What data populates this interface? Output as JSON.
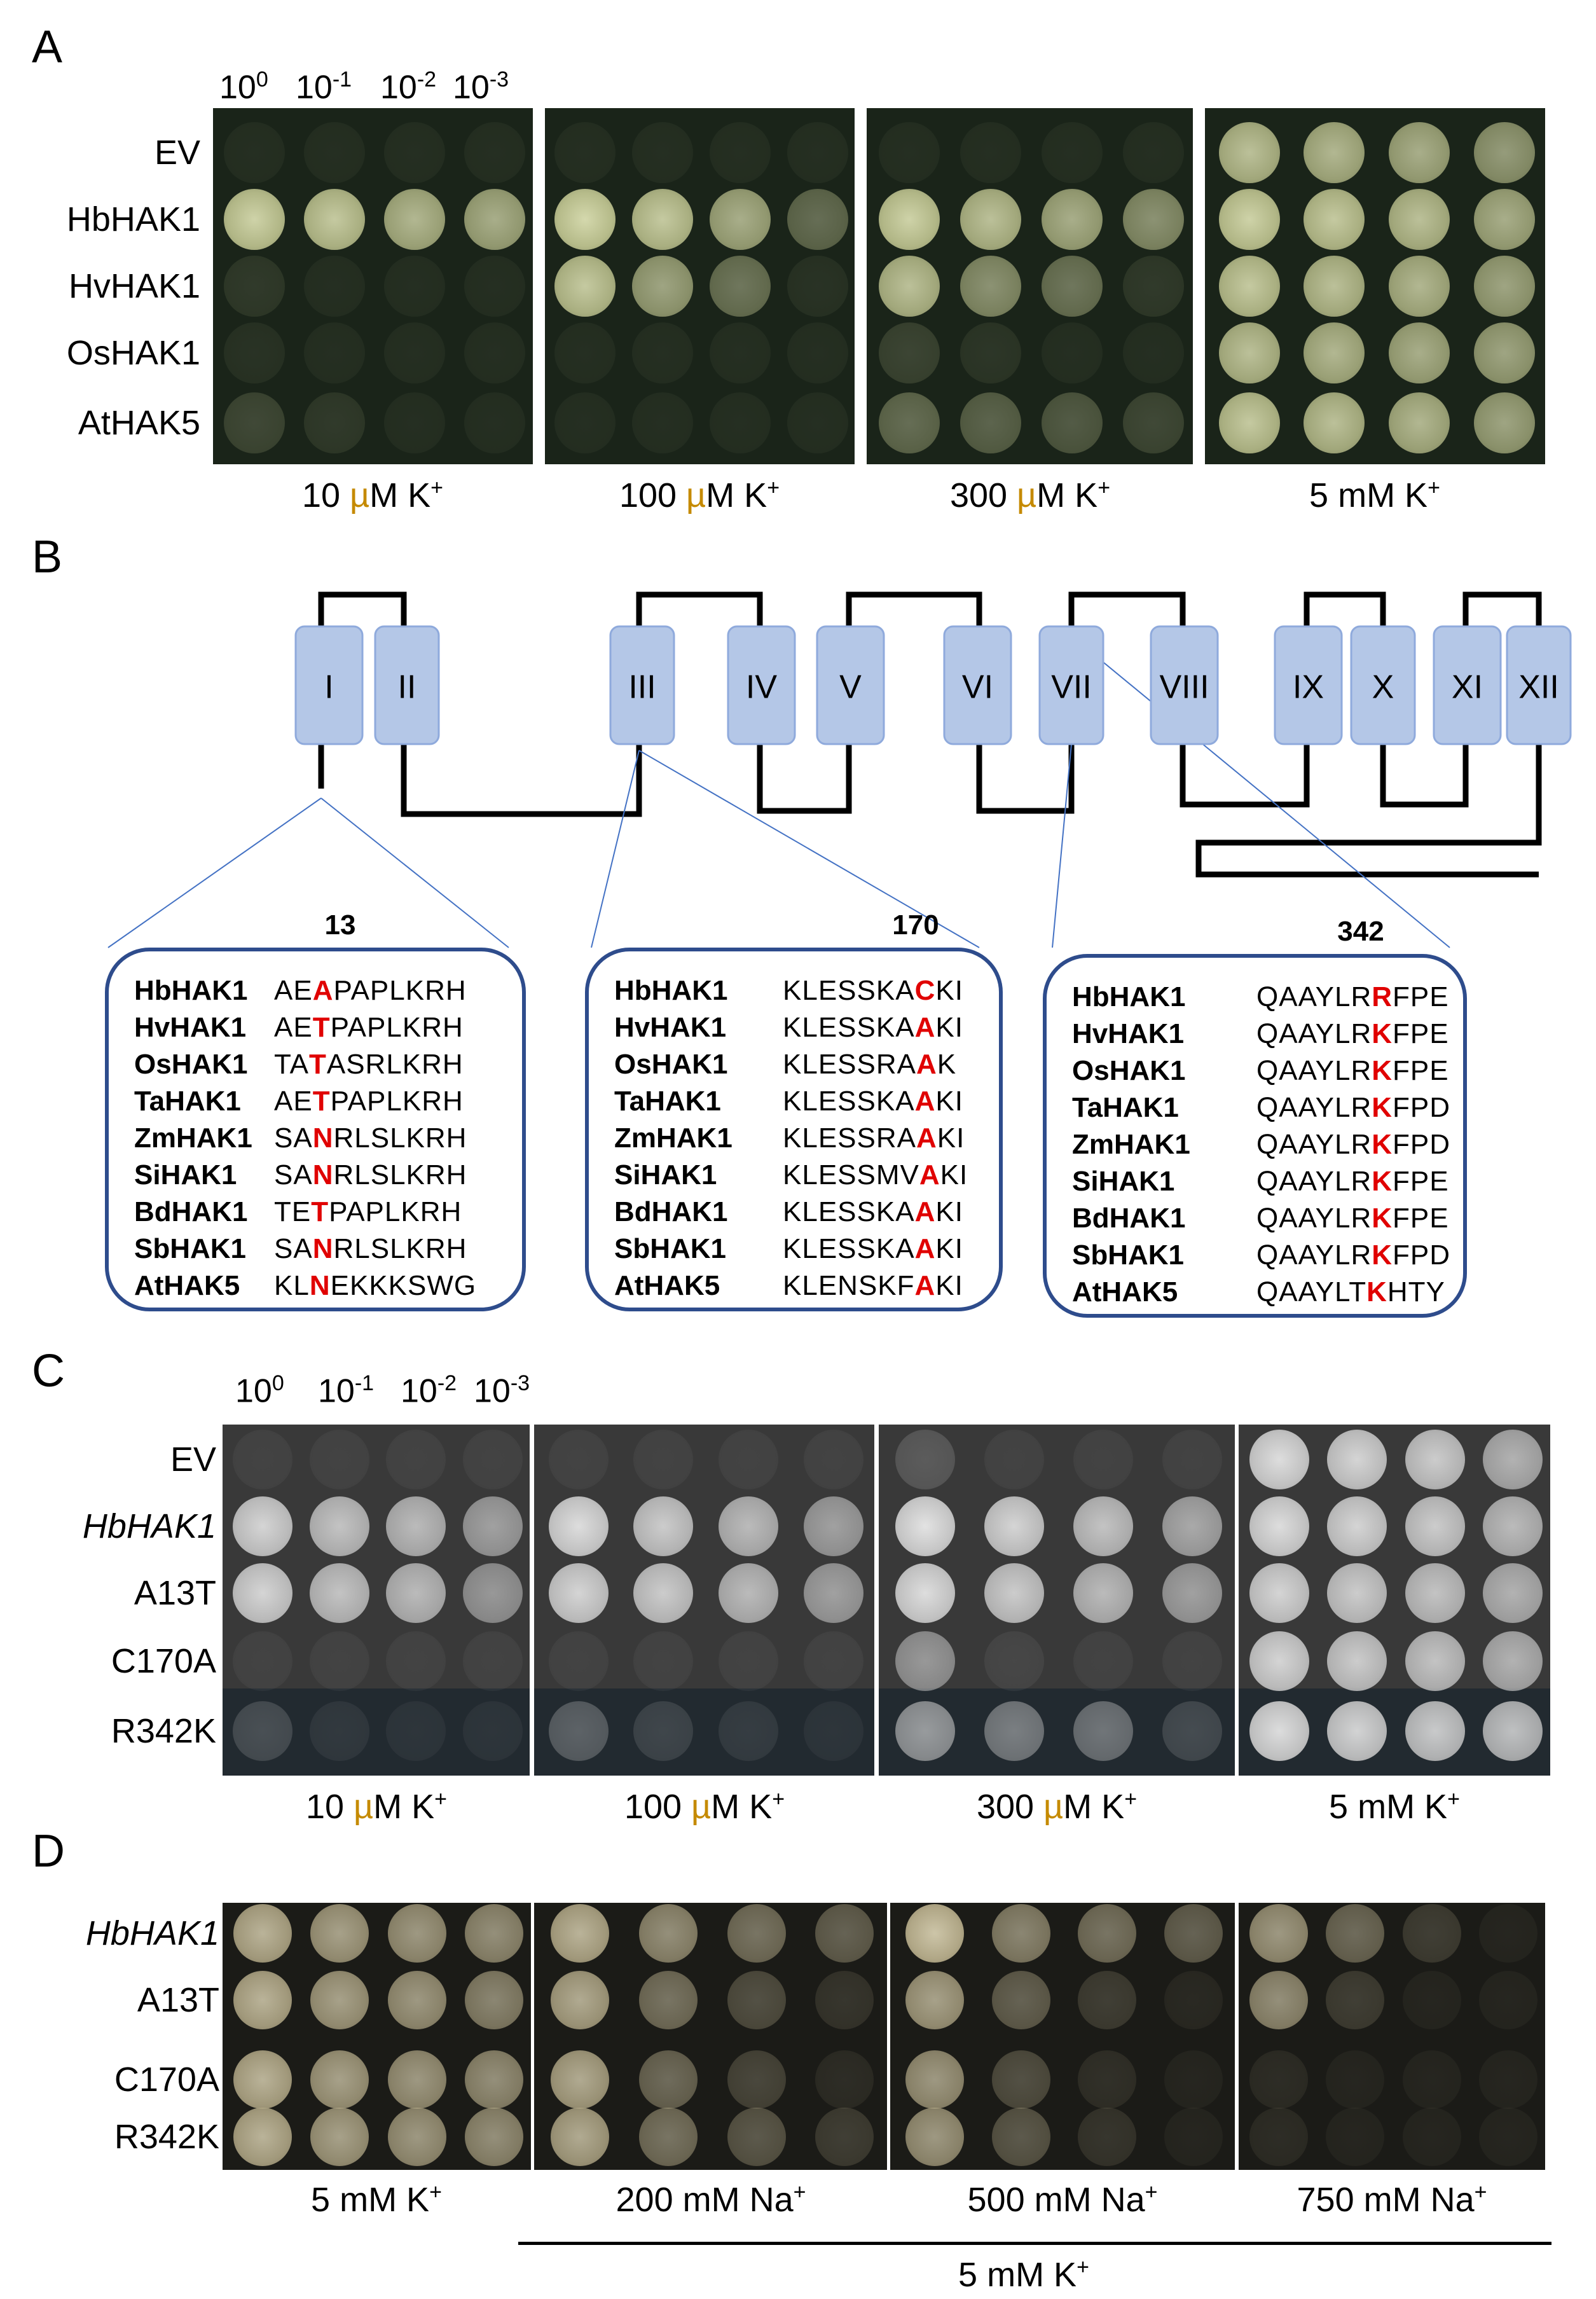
{
  "panels": {
    "a": "A",
    "b": "B",
    "c": "C",
    "d": "D"
  },
  "panel_a": {
    "dilutions": [
      {
        "base": "10",
        "exp": "0"
      },
      {
        "base": "10",
        "exp": "-1"
      },
      {
        "base": "10",
        "exp": "-2"
      },
      {
        "base": "10",
        "exp": "-3"
      }
    ],
    "rows": [
      "EV",
      "HbHAK1",
      "HvHAK1",
      "OsHAK1",
      "AtHAK5"
    ],
    "conditions": [
      {
        "pre": "10 ",
        "mu": "µ",
        "post": "M K",
        "sup": "+"
      },
      {
        "pre": "100 ",
        "mu": "µ",
        "post": "M K",
        "sup": "+"
      },
      {
        "pre": "300 ",
        "mu": "µ",
        "post": "M K",
        "sup": "+"
      },
      {
        "pre": "5 mM K",
        "mu": "",
        "post": "",
        "sup": "+"
      }
    ],
    "growth": [
      [
        [
          0.02,
          0.01,
          0,
          0
        ],
        [
          0.95,
          0.9,
          0.8,
          0.75
        ],
        [
          0.12,
          0.05,
          0.02,
          0
        ],
        [
          0.08,
          0.04,
          0.02,
          0
        ],
        [
          0.2,
          0.12,
          0.06,
          0.03
        ]
      ],
      [
        [
          0.02,
          0.01,
          0,
          0
        ],
        [
          0.98,
          0.9,
          0.75,
          0.4
        ],
        [
          0.9,
          0.7,
          0.45,
          0.08
        ],
        [
          0.04,
          0.02,
          0,
          0
        ],
        [
          0.06,
          0.03,
          0.01,
          0
        ]
      ],
      [
        [
          0.03,
          0.02,
          0.01,
          0
        ],
        [
          0.95,
          0.85,
          0.75,
          0.6
        ],
        [
          0.85,
          0.6,
          0.45,
          0.12
        ],
        [
          0.18,
          0.1,
          0.06,
          0.03
        ],
        [
          0.4,
          0.35,
          0.3,
          0.2
        ]
      ],
      [
        [
          0.85,
          0.8,
          0.75,
          0.65
        ],
        [
          0.95,
          0.9,
          0.85,
          0.75
        ],
        [
          0.9,
          0.85,
          0.8,
          0.7
        ],
        [
          0.85,
          0.8,
          0.75,
          0.7
        ],
        [
          0.9,
          0.85,
          0.8,
          0.7
        ]
      ]
    ]
  },
  "panel_b": {
    "tm_labels": [
      "I",
      "II",
      "III",
      "IV",
      "V",
      "VI",
      "VII",
      "VIII",
      "IX",
      "X",
      "XI",
      "XII"
    ],
    "positions": [
      "13",
      "170",
      "342"
    ],
    "alignments": [
      {
        "rows": [
          {
            "name": "HbHAK1",
            "pre": "AE",
            "mut": "A",
            "post": "PAPLKRH"
          },
          {
            "name": "HvHAK1",
            "pre": "AE",
            "mut": "T",
            "post": "PAPLKRH"
          },
          {
            "name": "OsHAK1",
            "pre": "TA",
            "mut": "T",
            "post": "ASRLKRH"
          },
          {
            "name": "TaHAK1",
            "pre": "AE",
            "mut": "T",
            "post": "PAPLKRH"
          },
          {
            "name": "ZmHAK1",
            "pre": "SA",
            "mut": "N",
            "post": "RLSLKRH"
          },
          {
            "name": "SiHAK1",
            "pre": "SA",
            "mut": "N",
            "post": "RLSLKRH"
          },
          {
            "name": "BdHAK1",
            "pre": "TE",
            "mut": "T",
            "post": "PAPLKRH"
          },
          {
            "name": "SbHAK1",
            "pre": "SA",
            "mut": "N",
            "post": "RLSLKRH"
          },
          {
            "name": "AtHAK5",
            "pre": "KL",
            "mut": "N",
            "post": "EKKKSWG"
          }
        ]
      },
      {
        "rows": [
          {
            "name": "HbHAK1",
            "pre": "KLESSKA",
            "mut": "C",
            "post": "KI"
          },
          {
            "name": "HvHAK1",
            "pre": "KLESSKA",
            "mut": "A",
            "post": "KI"
          },
          {
            "name": "OsHAK1",
            "pre": "KLESSRA",
            "mut": "A",
            "post": "K"
          },
          {
            "name": "TaHAK1",
            "pre": "KLESSKA",
            "mut": "A",
            "post": "KI"
          },
          {
            "name": "ZmHAK1",
            "pre": "KLESSRA",
            "mut": "A",
            "post": "KI"
          },
          {
            "name": "SiHAK1",
            "pre": "KLESSMV",
            "mut": "A",
            "post": "KI"
          },
          {
            "name": "BdHAK1",
            "pre": "KLESSKA",
            "mut": "A",
            "post": "KI"
          },
          {
            "name": "SbHAK1",
            "pre": "KLESSKA",
            "mut": "A",
            "post": "KI"
          },
          {
            "name": "AtHAK5",
            "pre": "KLENSKF",
            "mut": "A",
            "post": "KI"
          }
        ]
      },
      {
        "rows": [
          {
            "name": "HbHAK1",
            "pre": "QAAYLR",
            "mut": "R",
            "post": "FPE"
          },
          {
            "name": "HvHAK1",
            "pre": "QAAYLR",
            "mut": "K",
            "post": "FPE"
          },
          {
            "name": "OsHAK1",
            "pre": "QAAYLR",
            "mut": "K",
            "post": "FPE"
          },
          {
            "name": "TaHAK1",
            "pre": "QAAYLR",
            "mut": "K",
            "post": "FPD"
          },
          {
            "name": "ZmHAK1",
            "pre": "QAAYLR",
            "mut": "K",
            "post": "FPD"
          },
          {
            "name": "SiHAK1",
            "pre": "QAAYLR",
            "mut": "K",
            "post": "FPE"
          },
          {
            "name": "BdHAK1",
            "pre": "QAAYLR",
            "mut": "K",
            "post": "FPE"
          },
          {
            "name": "SbHAK1",
            "pre": "QAAYLR",
            "mut": "K",
            "post": "FPD"
          },
          {
            "name": "AtHAK5",
            "pre": "QAAYLT",
            "mut": "K",
            "post": "HTY"
          }
        ]
      }
    ]
  },
  "panel_c": {
    "dilutions": [
      {
        "base": "10",
        "exp": "0"
      },
      {
        "base": "10",
        "exp": "-1"
      },
      {
        "base": "10",
        "exp": "-2"
      },
      {
        "base": "10",
        "exp": "-3"
      }
    ],
    "rows": [
      "EV",
      "HbHAK1",
      "A13T",
      "C170A",
      "R342K"
    ],
    "conditions": [
      {
        "pre": "10 ",
        "mu": "µ",
        "post": "M K",
        "sup": "+"
      },
      {
        "pre": "100 ",
        "mu": "µ",
        "post": "M K",
        "sup": "+"
      },
      {
        "pre": "300 ",
        "mu": "µ",
        "post": "M K",
        "sup": "+"
      },
      {
        "pre": "5 mM K",
        "mu": "",
        "post": "",
        "sup": "+"
      }
    ],
    "growth": [
      [
        [
          0.04,
          0.02,
          0,
          0
        ],
        [
          0.9,
          0.8,
          0.75,
          0.6
        ],
        [
          0.9,
          0.8,
          0.75,
          0.55
        ],
        [
          0.05,
          0.02,
          0,
          0
        ],
        [
          0.2,
          0.08,
          0.04,
          0
        ]
      ],
      [
        [
          0.04,
          0.02,
          0,
          0
        ],
        [
          0.95,
          0.85,
          0.75,
          0.6
        ],
        [
          0.9,
          0.85,
          0.75,
          0.6
        ],
        [
          0.04,
          0.02,
          0,
          0
        ],
        [
          0.3,
          0.15,
          0.1,
          0
        ]
      ],
      [
        [
          0.2,
          0.05,
          0,
          0
        ],
        [
          0.98,
          0.9,
          0.8,
          0.65
        ],
        [
          0.95,
          0.85,
          0.75,
          0.6
        ],
        [
          0.55,
          0.08,
          0.02,
          0
        ],
        [
          0.6,
          0.45,
          0.4,
          0.18
        ]
      ],
      [
        [
          0.95,
          0.9,
          0.85,
          0.7
        ],
        [
          0.95,
          0.9,
          0.85,
          0.75
        ],
        [
          0.9,
          0.85,
          0.8,
          0.7
        ],
        [
          0.9,
          0.85,
          0.8,
          0.7
        ],
        [
          0.95,
          0.9,
          0.85,
          0.8
        ]
      ]
    ]
  },
  "panel_d": {
    "rows": [
      "HbHAK1",
      "A13T",
      "C170A",
      "R342K"
    ],
    "conditions": [
      {
        "pre": "5 mM K",
        "sup": "+"
      },
      {
        "pre": "200 mM Na",
        "sup": "+"
      },
      {
        "pre": "500 mM Na",
        "sup": "+"
      },
      {
        "pre": "750 mM Na",
        "sup": "+"
      }
    ],
    "shared_label": {
      "pre": "5 mM K",
      "sup": "+"
    },
    "growth": [
      [
        [
          0.85,
          0.75,
          0.7,
          0.65
        ],
        [
          0.85,
          0.75,
          0.7,
          0.6
        ],
        [
          0.85,
          0.75,
          0.7,
          0.65
        ],
        [
          0.85,
          0.75,
          0.7,
          0.65
        ]
      ],
      [
        [
          0.85,
          0.65,
          0.5,
          0.4
        ],
        [
          0.8,
          0.5,
          0.3,
          0.15
        ],
        [
          0.8,
          0.45,
          0.25,
          0.1
        ],
        [
          0.8,
          0.5,
          0.35,
          0.2
        ]
      ],
      [
        [
          0.95,
          0.6,
          0.5,
          0.4
        ],
        [
          0.75,
          0.4,
          0.2,
          0.08
        ],
        [
          0.7,
          0.3,
          0.12,
          0.05
        ],
        [
          0.7,
          0.35,
          0.15,
          0.05
        ]
      ],
      [
        [
          0.7,
          0.45,
          0.2,
          0.05
        ],
        [
          0.65,
          0.2,
          0.03,
          0
        ],
        [
          0.1,
          0.02,
          0,
          0
        ],
        [
          0.1,
          0.02,
          0,
          0
        ]
      ]
    ]
  },
  "colors": {
    "tm_fill": "#b4c7e7",
    "tm_stroke": "#8faadc",
    "box_stroke": "#2e4c8c",
    "highlight": "#e00000",
    "mu": "#c58a00",
    "zoom_line": "#4472c4"
  }
}
